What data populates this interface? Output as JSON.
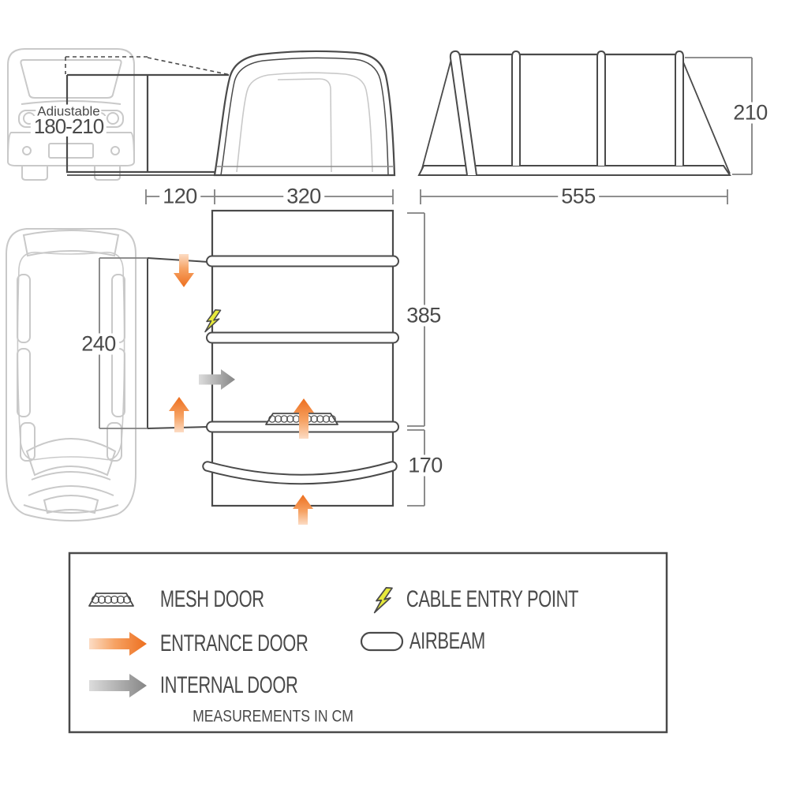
{
  "diagram": {
    "front_view": {
      "adjustable_label": "Adjustable",
      "adjustable_range": "180-210",
      "dim_tunnel_width": "120",
      "dim_awning_width": "320"
    },
    "side_view": {
      "dim_length": "555",
      "dim_height": "210"
    },
    "plan_view": {
      "dim_attachment_width": "240",
      "dim_main_depth": "385",
      "dim_porch_depth": "170"
    },
    "legend": {
      "items": [
        {
          "icon": "mesh-door-icon",
          "label": "MESH DOOR"
        },
        {
          "icon": "entrance-door-icon",
          "label": "ENTRANCE DOOR"
        },
        {
          "icon": "internal-door-icon",
          "label": "INTERNAL DOOR"
        },
        {
          "icon": "cable-entry-icon",
          "label": "CABLE ENTRY POINT"
        },
        {
          "icon": "airbeam-icon",
          "label": "AIRBEAM"
        }
      ],
      "note": "MEASUREMENTS IN CM"
    },
    "colors": {
      "line": "#4a4a4a",
      "light_line": "#c9c9c9",
      "dim_line": "#808080",
      "orange": "#ed7226",
      "orange_light": "#fcdcc4",
      "gray_arrow": "#8a8a8a",
      "gray_arrow_light": "#dcdcdc",
      "yellow": "#e6e93b"
    }
  }
}
